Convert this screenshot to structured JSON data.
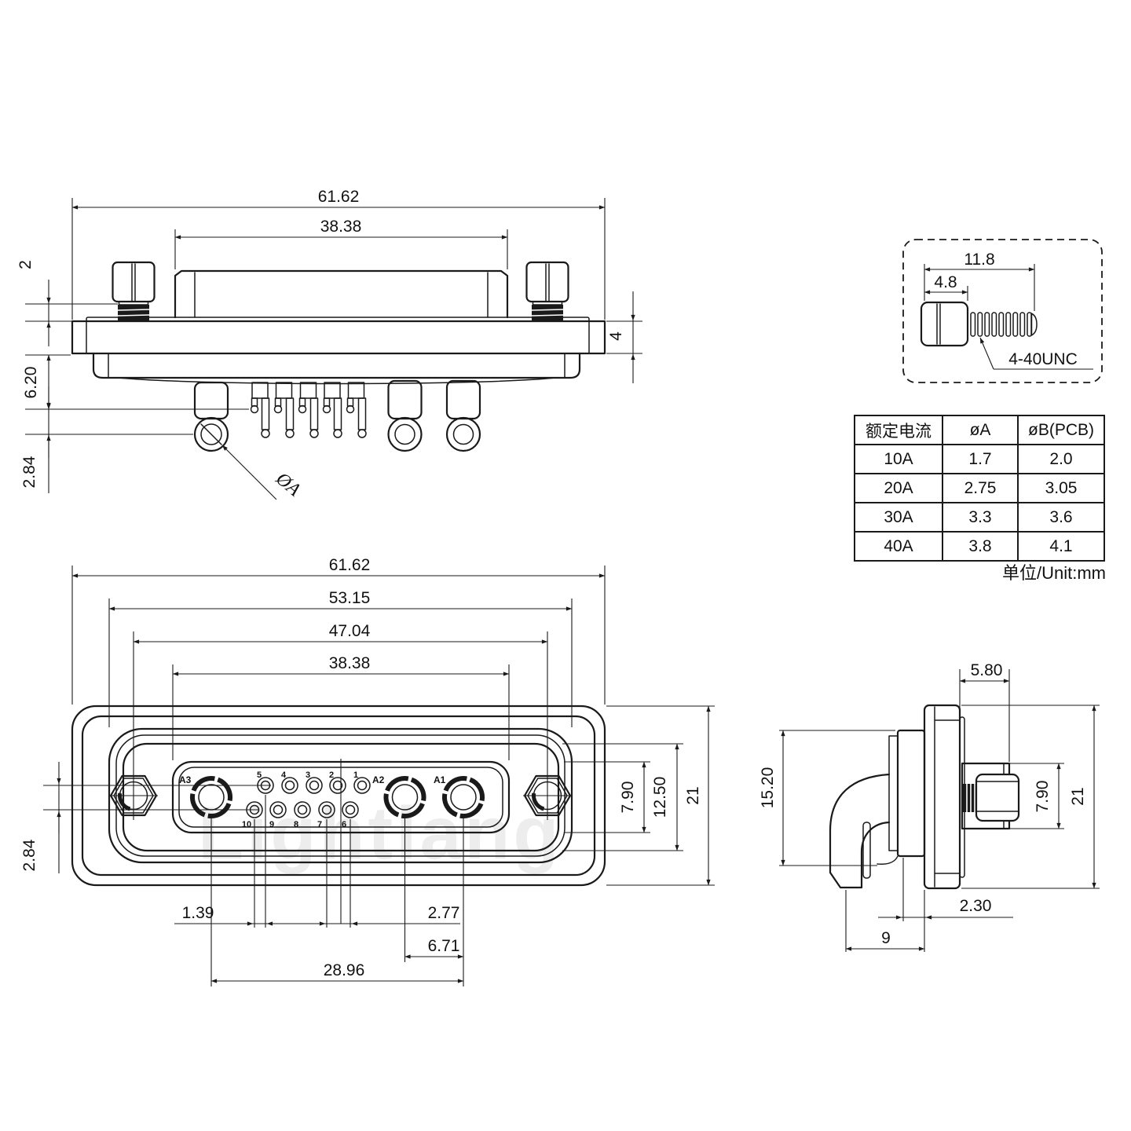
{
  "watermark": "Lightlang",
  "unit_note": "单位/Unit:mm",
  "table": {
    "headers": [
      "额定电流",
      "øA",
      "øB(PCB)"
    ],
    "rows": [
      [
        "10A",
        "1.7",
        "2.0"
      ],
      [
        "20A",
        "2.75",
        "3.05"
      ],
      [
        "30A",
        "3.3",
        "3.6"
      ],
      [
        "40A",
        "3.8",
        "4.1"
      ]
    ]
  },
  "top_view": {
    "total_width": "61.62",
    "shroud_width": "38.38",
    "screw_standoff": "2",
    "flange_thickness": "4",
    "rear_depth": "6.20",
    "pin_row_offset": "2.84",
    "pin_diameter": "ØA"
  },
  "screw_detail": {
    "total_length": "11.8",
    "head_length": "4.8",
    "thread_spec": "4-40UNC"
  },
  "front_view": {
    "total_width": "61.62",
    "flange_width": "53.15",
    "mount_span": "47.04",
    "face_width": "38.38",
    "row_stagger": "1.39",
    "pin_pitch": "2.77",
    "power_pitch": "6.71",
    "contact_span": "28.96",
    "row_gap": "2.84",
    "face_height": "7.90",
    "panel_height": "12.50",
    "total_height": "21",
    "pins_top": [
      "5",
      "4",
      "3",
      "2",
      "1"
    ],
    "pins_bottom": [
      "10",
      "9",
      "8",
      "7",
      "6"
    ],
    "power_pins": [
      "A3",
      "A2",
      "A1"
    ]
  },
  "side_view": {
    "screw_offset": "5.80",
    "body_height": "15.20",
    "screw_boss_height": "7.90",
    "total_height": "21",
    "pin_setback": "2.30",
    "body_depth": "9"
  }
}
